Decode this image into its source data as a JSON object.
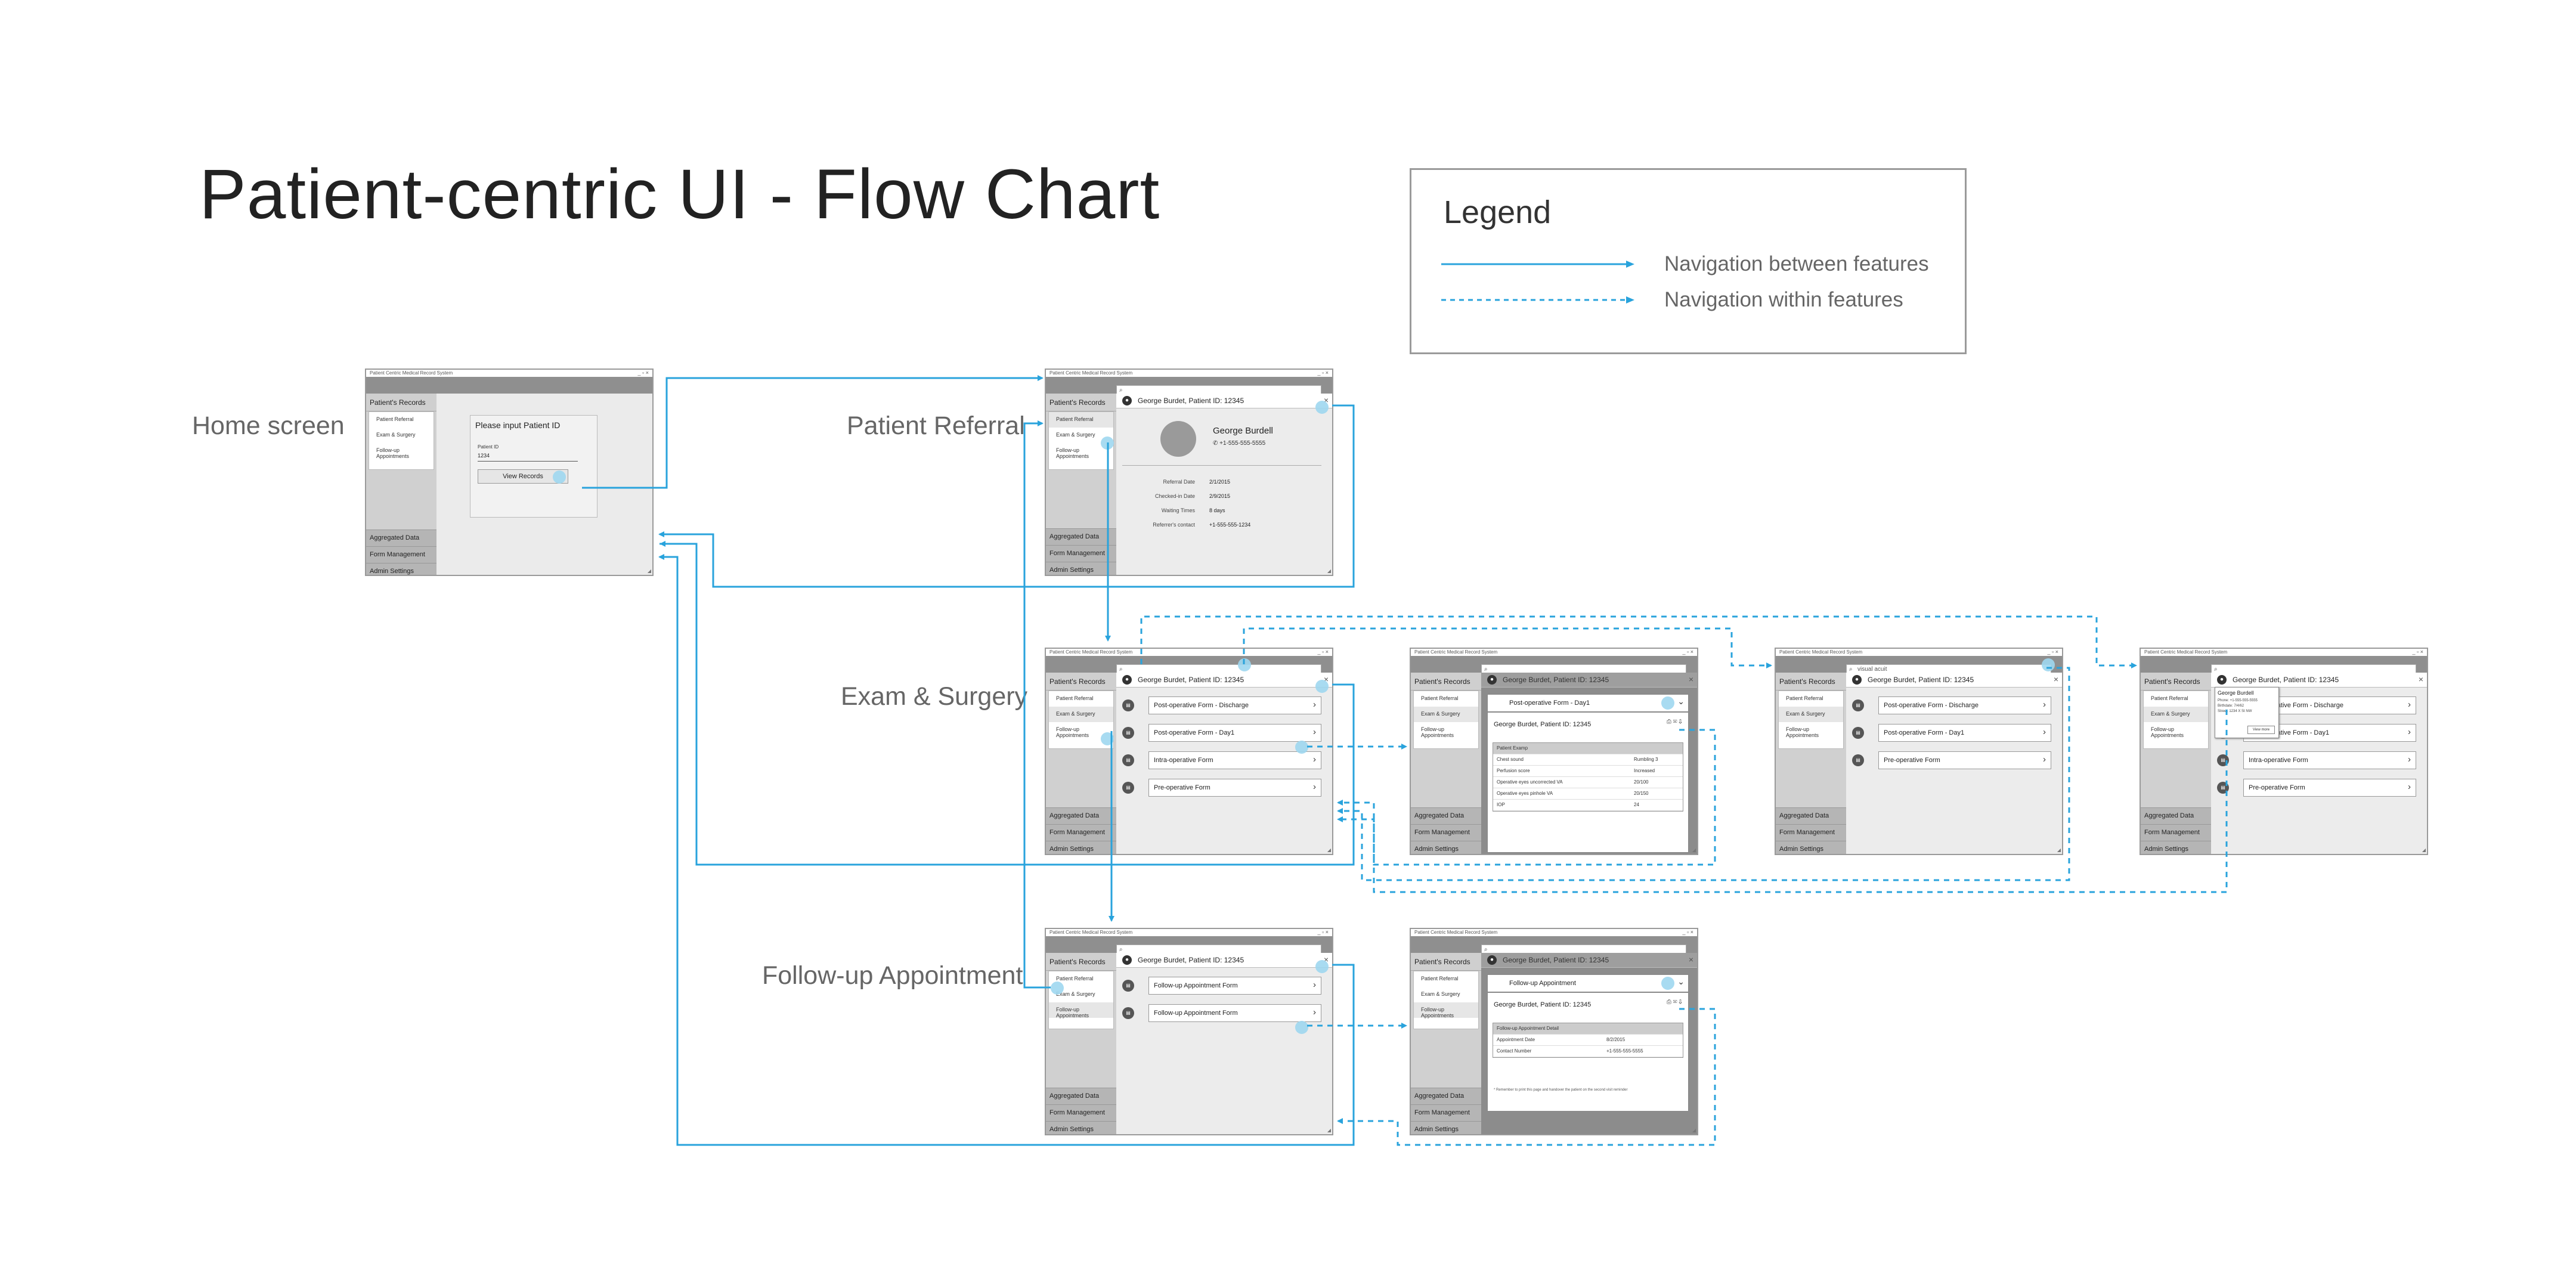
{
  "title": "Patient-centric UI - Flow Chart",
  "legend": {
    "title": "Legend",
    "solid_label": "Navigation between features",
    "dashed_label": "Navigation within features",
    "accent_color": "#29a3dc"
  },
  "sections": {
    "home": "Home screen",
    "referral": "Patient Referral",
    "exam": "Exam & Surgery",
    "followup": "Follow-up Appointment"
  },
  "app": {
    "window_title": "Patient Centric Medical Record System",
    "window_controls": "_ ▫ ×",
    "sidebar_head": "Patient's Records",
    "sub_items": [
      "Patient Referral",
      "Exam & Surgery",
      "Follow-up Appointments"
    ],
    "bottom_items": [
      "Aggregated Data",
      "Form Management",
      "Admin Settings"
    ],
    "patient_header": "George Burdet, Patient ID: 12345",
    "search_icon": "search-icon"
  },
  "home": {
    "prompt": "Please input Patient ID",
    "field_label": "Patient ID",
    "field_value": "1234",
    "button": "View Records"
  },
  "referral": {
    "name": "George Burdell",
    "phone": "+1-555-555-5555",
    "fields": [
      {
        "label": "Referral Date",
        "value": "2/1/2015"
      },
      {
        "label": "Checked-in Date",
        "value": "2/9/2015"
      },
      {
        "label": "Waiting Times",
        "value": "8 days"
      },
      {
        "label": "Referrer's contact",
        "value": "+1-555-555-1234"
      }
    ]
  },
  "exam": {
    "forms": [
      "Post-operative Form - Discharge",
      "Post-operative Form - Day1",
      "Intra-operative Form",
      "Pre-operative Form"
    ],
    "detail_title": "Post-operative Form - Day1",
    "detail_header": "George Burdet, Patient ID: 12345",
    "table_head": "Patient Examp",
    "rows": [
      {
        "k": "Chest sound",
        "v": "Rumbling 3"
      },
      {
        "k": "Perfusion score",
        "v": "Increased"
      },
      {
        "k": "Operative eyes uncorrected VA",
        "v": "20/100"
      },
      {
        "k": "Operative eyes pinhole VA",
        "v": "20/150"
      },
      {
        "k": "IOP",
        "v": "24"
      }
    ],
    "search_query": "visual acuit",
    "popup": {
      "name": "George Burdell",
      "lines": [
        "Phone: +1-555-555-5555",
        "Birthdate: 7/4/62",
        "Street: 1234 X St NW"
      ],
      "button": "View more"
    }
  },
  "followup": {
    "forms": [
      "Follow-up Appointment Form",
      "Follow-up Appointment Form"
    ],
    "detail_title": "Follow-up Appointment",
    "detail_header": "George Burdet, Patient ID: 12345",
    "table_head": "Follow-up Appointment Detail",
    "rows": [
      {
        "k": "Appointment Date",
        "v": "8/2/2015"
      },
      {
        "k": "Contact Number",
        "v": "+1-555-555-5555"
      }
    ],
    "note": "* Remember to print this page and handover the patient on the second visit reminder",
    "tools": [
      "print",
      "email",
      "export"
    ]
  }
}
